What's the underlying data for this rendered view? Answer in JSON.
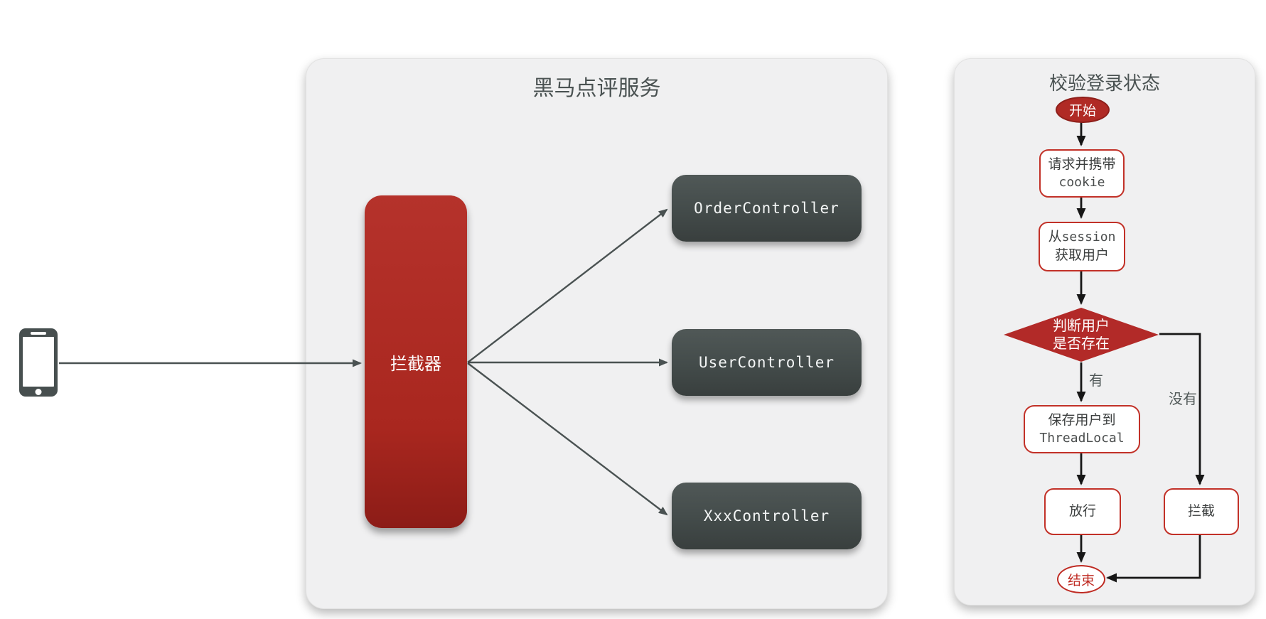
{
  "client": {
    "icon": "smartphone-icon"
  },
  "main_panel": {
    "title": "黑马点评服务",
    "interceptor_label": "拦截器",
    "controllers": [
      {
        "label": "OrderController"
      },
      {
        "label": "UserController"
      },
      {
        "label": "XxxController"
      }
    ]
  },
  "flow_panel": {
    "title": "校验登录状态",
    "start_label": "开始",
    "request_box": {
      "line1": "请求并携带",
      "line2": "cookie"
    },
    "session_box": {
      "prefix": "从",
      "code": "session",
      "line2": "获取用户"
    },
    "decision": {
      "line1": "判断用户",
      "line2": "是否存在"
    },
    "save_box": {
      "line1": "保存用户到",
      "line2": "ThreadLocal"
    },
    "pass_label": "放行",
    "intercept_label": "拦截",
    "end_label": "结束",
    "edge_labels": {
      "yes": "有",
      "no": "没有"
    }
  },
  "colors": {
    "accent_red": "#b02a25",
    "flow_border_red": "#c23128",
    "dark_slate": "#454d4c",
    "panel_gray": "#f0f0f1",
    "arrow_gray": "#4a5252",
    "arrow_black": "#161616",
    "title_gray": "#4a5252"
  }
}
